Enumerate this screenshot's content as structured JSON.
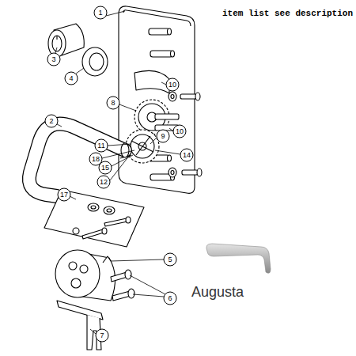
{
  "diagram": {
    "labels": [
      "item list see description",
      "1",
      "3",
      "4",
      "10",
      "8",
      "10",
      "9",
      "2",
      "11",
      "14",
      "18",
      "15",
      "12",
      "17",
      "5",
      "6",
      "7",
      "Augusta"
    ]
  }
}
